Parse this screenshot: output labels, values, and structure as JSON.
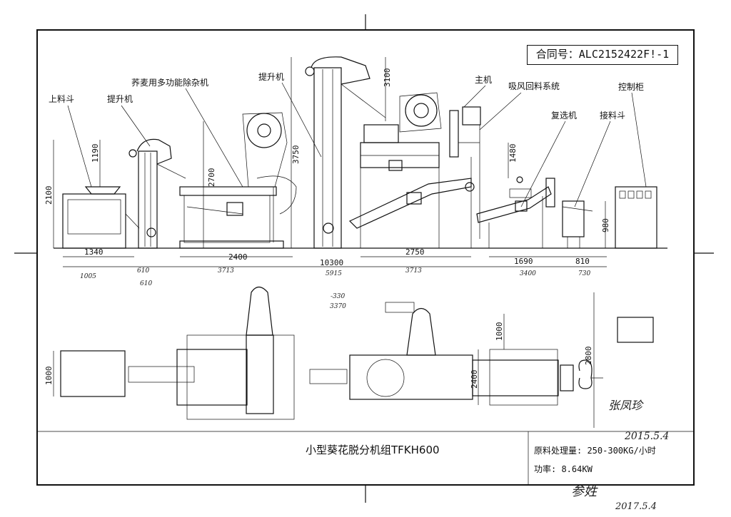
{
  "contract_no": "合同号：ALC2152422F!-1",
  "labels": {
    "hopper_in": "上料斗",
    "elevator1": "提升机",
    "cleaner": "荞麦用多功能除杂机",
    "elevator2": "提升机",
    "main_machine": "主机",
    "air_recycle": "吸风回料系统",
    "reselector": "复选机",
    "hopper_out": "接料斗",
    "control_cabinet": "控制柜"
  },
  "dims": {
    "d2100": "2100",
    "d1190": "1190",
    "d2700": "2700",
    "d3750": "3750",
    "d3100": "3100",
    "d1480": "1480",
    "d980": "980",
    "d1340": "1340",
    "d2400a": "2400",
    "d10300": "10300",
    "d2750": "2750",
    "d1690": "1690",
    "d810": "810",
    "d1000a": "1000",
    "d2400b": "2400",
    "d1000b": "1000",
    "d2800": "2800"
  },
  "handwritten": {
    "h1": "1005",
    "h2": "610",
    "h3": "610",
    "h4": "3713",
    "h5": "5915",
    "h6": "-330",
    "h7": "3370",
    "h8": "3713",
    "h9": "3400",
    "h10": "730",
    "name1": "张凤珍",
    "date1": "2015.5.4",
    "sign2": "参姓",
    "date2": "2017.5.4"
  },
  "title": "小型葵花脱分机组TFKH600",
  "capacity": "原料处理量: 250-300KG/小时",
  "power": "功率: 8.64KW"
}
